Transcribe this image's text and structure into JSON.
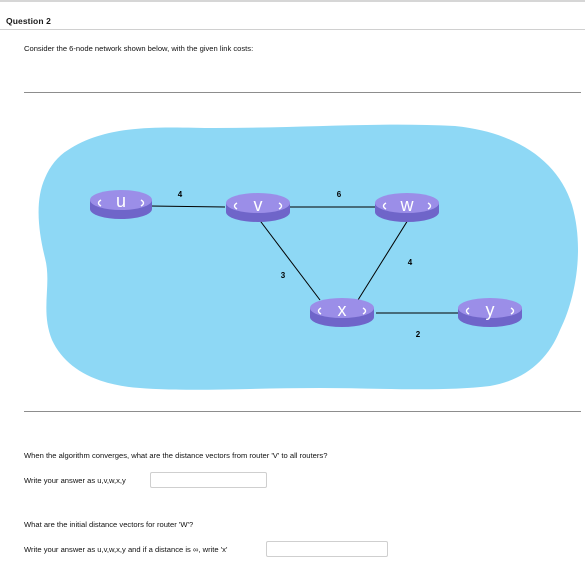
{
  "question": {
    "title": "Question 2",
    "intro": "Consider the 6-node network shown below, with the given link costs:"
  },
  "network": {
    "nodes": [
      {
        "id": "u",
        "label": "u"
      },
      {
        "id": "v",
        "label": "v"
      },
      {
        "id": "w",
        "label": "w"
      },
      {
        "id": "x",
        "label": "x"
      },
      {
        "id": "y",
        "label": "y"
      }
    ],
    "links": [
      {
        "from": "u",
        "to": "v",
        "cost": "4"
      },
      {
        "from": "v",
        "to": "w",
        "cost": "6"
      },
      {
        "from": "v",
        "to": "x",
        "cost": "3"
      },
      {
        "from": "w",
        "to": "x",
        "cost": "4"
      },
      {
        "from": "x",
        "to": "y",
        "cost": "2"
      }
    ],
    "colors": {
      "cloud": "#8ed8f5",
      "router": "#9b8ee8",
      "router_edge": "#6f65c9",
      "router_text": "#ffffff",
      "link": "#000000"
    }
  },
  "part1": {
    "question": "When the algorithm converges, what are the distance vectors from router 'V' to all routers?",
    "instruction": "Write your answer as u,v,w,x,y",
    "value": ""
  },
  "part2": {
    "question": "What are the initial distance vectors for router 'W'?",
    "instruction": "Write your answer as u,v,w,x,y and if a distance is ∞, write 'x'",
    "value": ""
  }
}
